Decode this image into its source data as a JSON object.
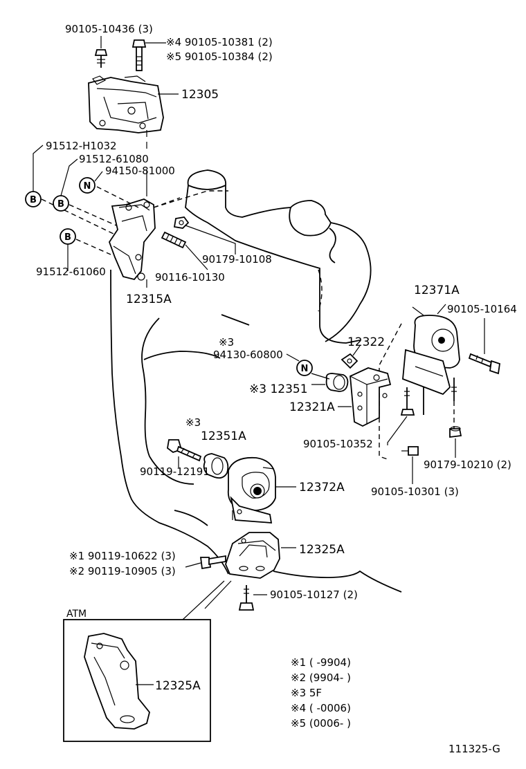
{
  "callouts": {
    "bolt_top_left": "90105-10436 (3)",
    "bolt_top_right_4": "※4 90105-10381 (2)",
    "bolt_top_right_5": "※5 90105-10384 (2)",
    "mount_12305": "12305",
    "bolt_91512_h1032": "91512-H1032",
    "bolt_91512_61080": "91512-61080",
    "nut_94150_81000": "94150-81000",
    "nut_90179_10108": "90179-10108",
    "stud_90116_10130": "90116-10130",
    "bolt_91512_61060": "91512-61060",
    "bracket_12315A": "12315A",
    "insulator_12371A": "12371A",
    "bolt_90105_10164": "90105-10164",
    "mark_3_a": "※3",
    "nut_94130_60800": "94130-60800",
    "bracket_12322": "12322",
    "stopper_12351": "※3 12351",
    "bracket_12321A": "12321A",
    "bolt_90105_10352": "90105-10352",
    "nut_90179_10210": "90179-10210 (2)",
    "bolt_90105_10301": "90105-10301 (3)",
    "mark_3_b": "※3",
    "stopper_12351A": "12351A",
    "bolt_90119_12191": "90119-12191",
    "insulator_12372A": "12372A",
    "bracket_12325A": "12325A",
    "bolt_90119_10622": "※1  90119-10622 (3)",
    "bolt_90119_10905": "※2  90119-10905 (3)",
    "bolt_90105_10127": "90105-10127 (2)",
    "atm_label": "ATM",
    "atm_bracket_12325A": "12325A",
    "circle_b": "B",
    "circle_n": "N"
  },
  "legend": [
    "※1 (        -9904)",
    "※2 (9904-        )",
    "※3 5F",
    "※4 (        -0006)",
    "※5 (0006-        )"
  ],
  "figure_code": "111325-G"
}
